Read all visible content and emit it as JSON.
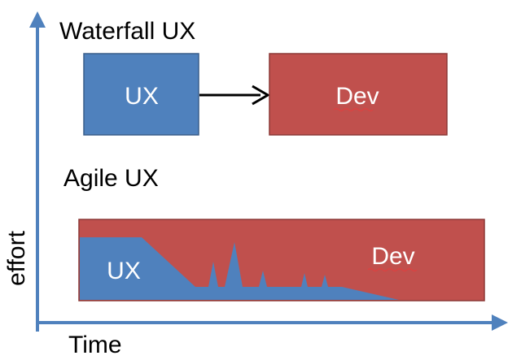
{
  "axes": {
    "y_label": "effort",
    "x_label": "Time"
  },
  "waterfall": {
    "title": "Waterfall UX",
    "ux_label": "UX",
    "dev_label": "Dev"
  },
  "agile": {
    "title": "Agile UX",
    "ux_label": "UX",
    "dev_label": "Dev"
  },
  "colors": {
    "ux": "#4F81BD",
    "dev": "#C0504D",
    "axis": "#4F81BD",
    "arrow": "#000000",
    "spellcheck_underline": "#E04040"
  }
}
